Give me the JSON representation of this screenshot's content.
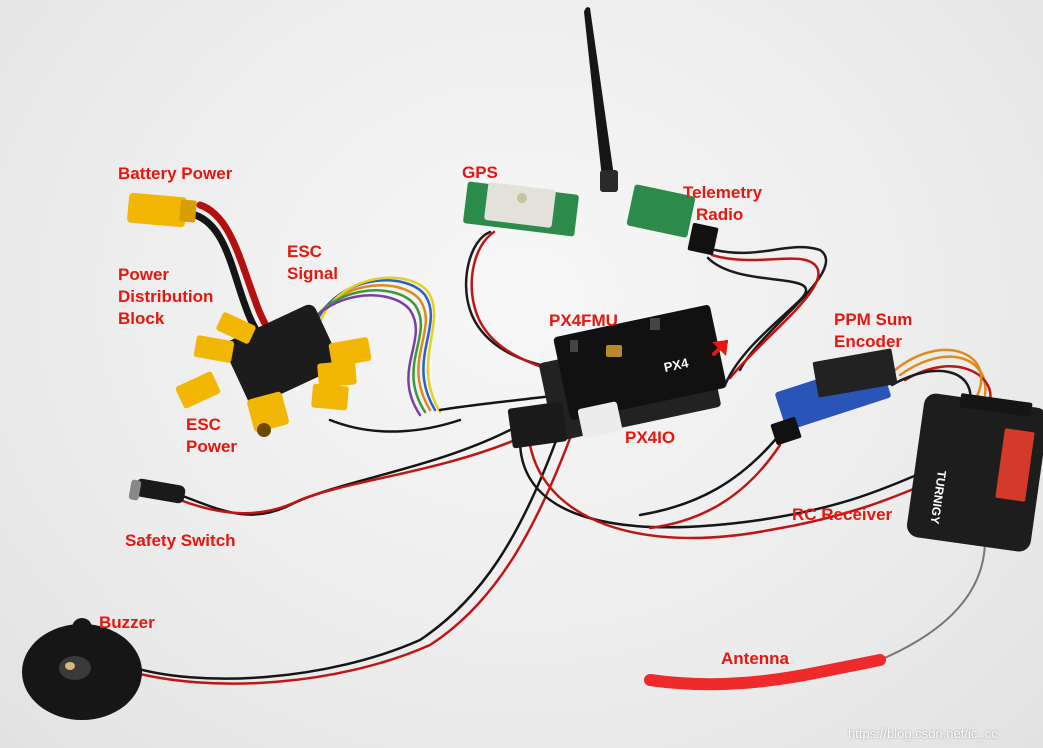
{
  "labels": {
    "battery_power": "Battery Power",
    "gps": "GPS",
    "telemetry_radio_line1": "Telemetry",
    "telemetry_radio_line2": "Radio",
    "esc_signal_line1": "ESC",
    "esc_signal_line2": "Signal",
    "power_dist_line1": "Power",
    "power_dist_line2": "Distribution",
    "power_dist_line3": "Block",
    "px4fmu": "PX4FMU",
    "ppm_line1": "PPM Sum",
    "ppm_line2": "Encoder",
    "esc_power_line1": "ESC",
    "esc_power_line2": "Power",
    "px4io": "PX4IO",
    "rc_receiver": "RC Receiver",
    "safety_switch": "Safety Switch",
    "buzzer": "Buzzer",
    "antenna": "Antenna"
  },
  "board_marking": "PX4",
  "receiver_marking": "TURNIGY",
  "watermark": "https://blog.csdn.net/ic_cc",
  "colors": {
    "label_red": "#e8160f",
    "connector_yellow": "#f2b705",
    "board_black": "#1c1c1c",
    "pcb_green": "#2c8a4a",
    "encoder_blue": "#2a55b8"
  }
}
